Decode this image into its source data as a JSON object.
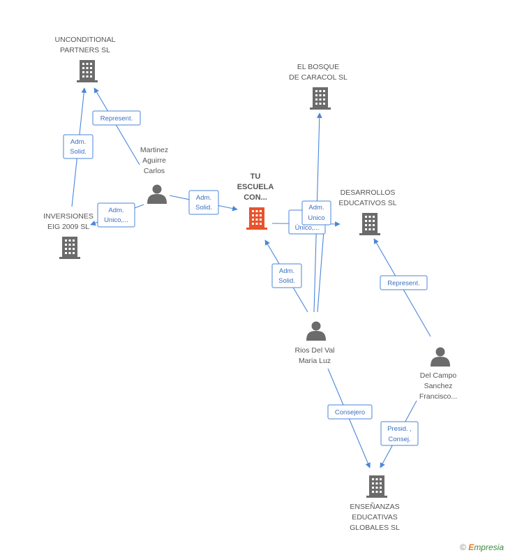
{
  "nodes": {
    "unconditional": [
      "UNCONDITIONAL",
      "PARTNERS SL"
    ],
    "bosque": [
      "EL BOSQUE",
      "DE CARACOL SL"
    ],
    "tu_escuela": [
      "TU",
      "ESCUELA",
      "CON..."
    ],
    "desarrollos": [
      "DESARROLLOS",
      "EDUCATIVOS SL"
    ],
    "inversiones": [
      "INVERSIONES",
      "EIG 2009  SL"
    ],
    "martinez": [
      "Martinez",
      "Aguirre",
      "Carlos"
    ],
    "rios": [
      "Rios Del Val",
      "Maria Luz"
    ],
    "del_campo": [
      "Del Campo",
      "Sanchez",
      "Francisco..."
    ],
    "ensenanzas": [
      "ENSEÑANZAS",
      "EDUCATIVAS",
      "GLOBALES SL"
    ]
  },
  "edge_labels": {
    "represent_1": [
      "Represent."
    ],
    "adm_solid_1": [
      "Adm.",
      "Solid."
    ],
    "adm_unico_1": [
      "Adm.",
      "Unico,..."
    ],
    "adm_solid_2": [
      "Adm.",
      "Solid."
    ],
    "s_unico": [
      "S",
      "Único,..."
    ],
    "adm_unico_2": [
      "Adm.",
      "Unico"
    ],
    "adm_solid_3": [
      "Adm.",
      "Solid."
    ],
    "represent_2": [
      "Represent."
    ],
    "consejero": [
      "Consejero"
    ],
    "presid_consej": [
      "Presid. ,",
      "Consej."
    ]
  },
  "colors": {
    "company_icon": "#6b6b6b",
    "main_company_icon": "#e8532b",
    "person_icon": "#6b6b6b",
    "edge": "#4a86d9"
  },
  "brand": {
    "copyright": "©",
    "first_letter": "E",
    "rest": "mpresia"
  }
}
